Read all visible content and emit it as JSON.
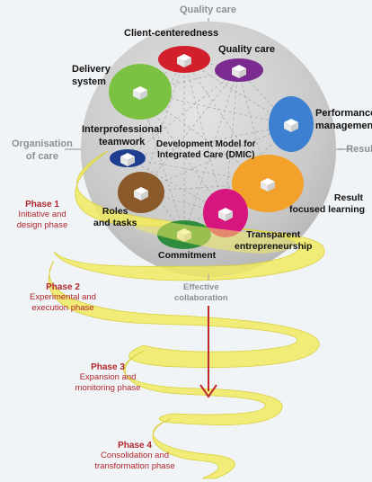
{
  "axes": {
    "top": "Quality care",
    "left_line1": "Organisation",
    "left_line2": "of care",
    "right": "Result",
    "bottom_line1": "Effective",
    "bottom_line2": "collaboration"
  },
  "center": {
    "line1": "Development Model for",
    "line2": "Integrated Care (DMIC)"
  },
  "segments": {
    "client_centeredness": "Client-centeredness",
    "quality_care": "Quality care",
    "delivery_line1": "Delivery",
    "delivery_line2": "system",
    "performance_line1": "Performance",
    "performance_line2": "management",
    "interprof_line1": "Interprofessional",
    "interprof_line2": "teamwork",
    "roles_line1": "Roles",
    "roles_line2": "and tasks",
    "result_line1": "Result",
    "result_line2": "focused learning",
    "transparent_line1": "Transparent",
    "transparent_line2": "entrepreneurship",
    "commitment": "Commitment"
  },
  "phases": [
    {
      "title": "Phase 1",
      "line1": "Initiative and",
      "line2": "design phase"
    },
    {
      "title": "Phase 2",
      "line1": "Experimental and",
      "line2": "execution phase"
    },
    {
      "title": "Phase 3",
      "line1": "Expansion and",
      "line2": "monitoring phase"
    },
    {
      "title": "Phase 4",
      "line1": "Consolidation and",
      "line2": "transformation phase"
    }
  ],
  "colors": {
    "client_centeredness": "#d11f2c",
    "quality_care": "#7b2a8f",
    "delivery_system": "#7cc242",
    "performance_management": "#3d7fd1",
    "interprofessional_teamwork": "#1f3e8f",
    "roles_and_tasks": "#8a5a2b",
    "result_focused_learning": "#f2a12a",
    "transparent_entrepreneurship": "#d6157f",
    "commitment": "#2e8c3c",
    "spiral": "#f0ea60",
    "phase_text": "#b0272c",
    "axis_text": "#8a8f96"
  },
  "icons": {
    "segment_icon": "cube-icon"
  }
}
